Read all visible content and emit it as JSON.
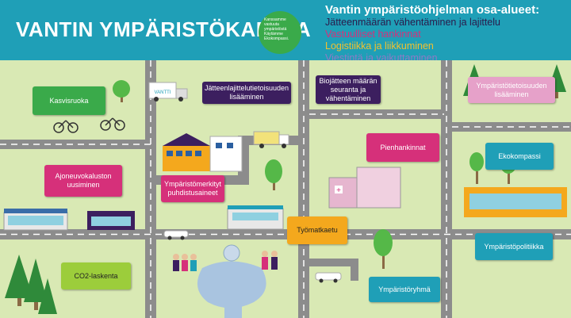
{
  "header": {
    "title": "VANTIN YMPÄRISTÖKARTTA",
    "badge_lines": [
      "Kanssamme",
      "vastuuta",
      "ympäristöstä",
      "Käytämme",
      "Ekokompassi."
    ],
    "legend_title": "Vantin ympäristöohjelman osa-alueet:",
    "legend_items": [
      {
        "text": "Jätteenmäärän vähentäminen ja lajittelu",
        "color": "#2b1a4a"
      },
      {
        "text": "Vastuulliset hankinnat",
        "color": "#d6307a"
      },
      {
        "text": "Logistiikka ja liikkuminen",
        "color": "#f2c12e"
      },
      {
        "text": "Viestintä ja vaikuttaminen",
        "color": "#8e7ac6"
      }
    ]
  },
  "van_label": "VANTTI",
  "cards": {
    "kasvisruoka": "Kasvisruoka",
    "jatteenlajittelu": "Jätteenlajittelutietoisuuden lisääminen",
    "biojatteen": "Biojätteen määrän seuranta ja vähentäminen",
    "ymparistotietoisuuden": "Ympäristötietoisuuden lisääminen",
    "pienhankinnat": "Pienhankinnat",
    "ekokompassi": "Ekokompassi",
    "ajoneuvokaluston": "Ajoneuvokaluston uusiminen",
    "ymparistomerkityt": "Ympäristömerkityt puhdistusaineet",
    "tyomatkaetu": "Työmatkaetu",
    "ymparistopolitiikka": "Ympäristöpolitiikka",
    "co2": "CO2-laskenta",
    "ymparistoryhma": "Ympäristöryhmä"
  },
  "colors": {
    "header": "#1f9fb7",
    "grass": "#d9e9b4",
    "road": "#8c8c8c",
    "green": "#3aaa4a",
    "purple": "#3c1f5f",
    "pink": "#d6307a",
    "teal": "#1f9fb7",
    "yellow": "#f4a81d",
    "lime": "#9ccd3b"
  }
}
